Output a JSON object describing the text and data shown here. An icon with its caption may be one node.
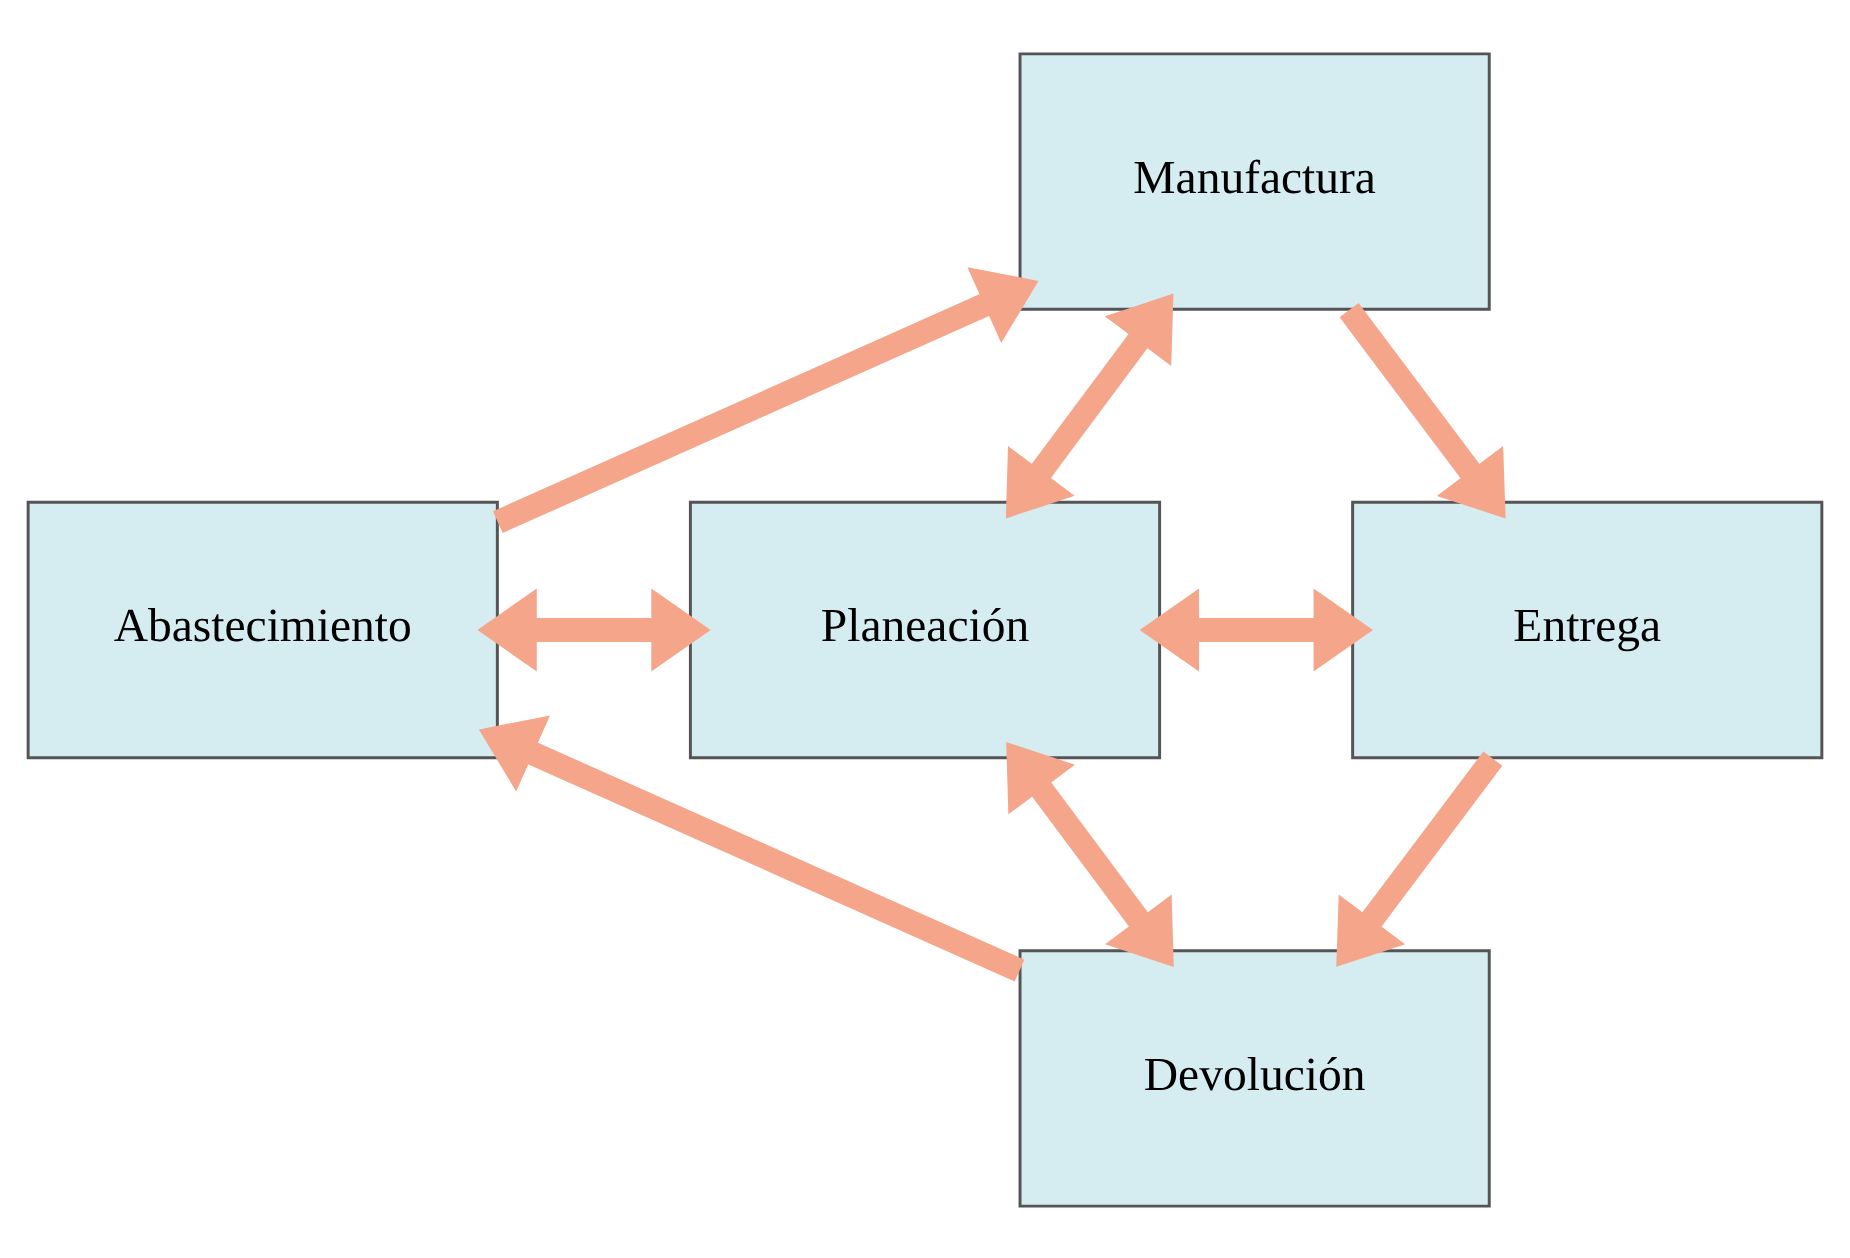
{
  "diagram": {
    "nodes": [
      {
        "text": [
          "Manufactura"
        ]
      },
      {
        "text": [
          "Abastecimiento"
        ]
      },
      {
        "text": [
          "Planeación"
        ]
      },
      {
        "text": [
          "Entrega"
        ]
      },
      {
        "text": [
          "Devolución"
        ]
      }
    ],
    "edges": [
      {
        "from": 1,
        "to": 0,
        "arrow": "to"
      },
      {
        "from": 0,
        "to": 3,
        "arrow": "to"
      },
      {
        "from": 3,
        "to": 4,
        "arrow": "to"
      },
      {
        "from": 4,
        "to": 1,
        "arrow": "to"
      },
      {
        "from": 0,
        "to": 2,
        "arrow": "both"
      },
      {
        "from": 1,
        "to": 2,
        "arrow": "both"
      },
      {
        "from": 2,
        "to": 3,
        "arrow": "both"
      },
      {
        "from": 2,
        "to": 4,
        "arrow": "both"
      }
    ]
  }
}
